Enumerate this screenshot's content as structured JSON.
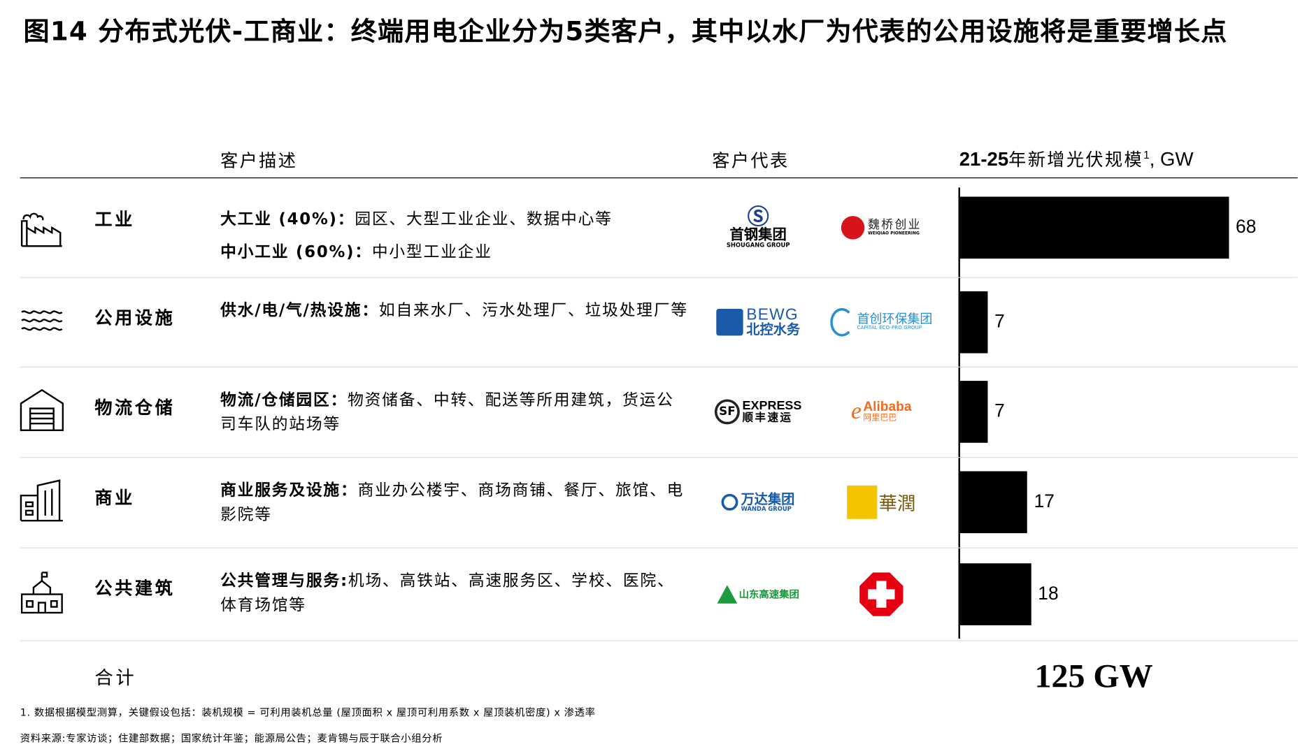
{
  "title": "图14 分布式光伏-工商业：终端用电企业分为5类客户，其中以水厂为代表的公用设施将是重要增长点",
  "headers": {
    "description": "客户描述",
    "representatives": "客户代表",
    "chart_bold": "21-25",
    "chart_rest": "年新增光伏规模",
    "chart_sup": "1",
    "chart_unit": ", GW"
  },
  "rows": [
    {
      "category": "工业",
      "icon": "factory-icon",
      "lines": [
        {
          "bold": "大工业 (40%)：",
          "text": "园区、大型工业企业、数据中心等"
        },
        {
          "bold": "中小工业 (60%)：",
          "text": "中小型工业企业"
        }
      ],
      "logos": [
        {
          "name": "首钢集团",
          "sub": "SHOUGANG GROUP"
        },
        {
          "name": "魏桥创业",
          "sub": "WEIQIAO PIONEERING"
        }
      ],
      "value": 68
    },
    {
      "category": "公用设施",
      "icon": "water-waves-icon",
      "lines": [
        {
          "bold": "供水/电/气/热设施：",
          "text": "如自来水厂、污水处理厂、垃圾处理厂等"
        }
      ],
      "logos": [
        {
          "name": "北控水务",
          "sub": "BEWG"
        },
        {
          "name": "首创环保集团",
          "sub": "CAPITAL ECO-PRO GROUP"
        }
      ],
      "value": 7
    },
    {
      "category": "物流仓储",
      "icon": "warehouse-icon",
      "lines": [
        {
          "bold": "物流/仓储园区：",
          "text": "物资储备、中转、配送等所用建筑，货运公司车队的站场等"
        }
      ],
      "logos": [
        {
          "name": "顺丰速运",
          "sub": "EXPRESS"
        },
        {
          "name": "阿里巴巴",
          "sub": "Alibaba"
        }
      ],
      "value": 7
    },
    {
      "category": "商业",
      "icon": "office-building-icon",
      "lines": [
        {
          "bold": "商业服务及设施：",
          "text": "商业办公楼宇、商场商铺、餐厅、旅馆、电影院等"
        }
      ],
      "logos": [
        {
          "name": "万达集团",
          "sub": "WANDA GROUP"
        },
        {
          "name": "華潤",
          "sub": ""
        }
      ],
      "value": 17
    },
    {
      "category": "公共建筑",
      "icon": "public-building-icon",
      "lines": [
        {
          "bold": "公共管理与服务:",
          "text": "机场、高铁站、高速服务区、学校、医院、体育场馆等"
        }
      ],
      "logos": [
        {
          "name": "山东高速集团",
          "sub": ""
        },
        {
          "name": "red-cross",
          "sub": ""
        }
      ],
      "value": 18
    }
  ],
  "total": {
    "label": "合计",
    "value": "125 GW"
  },
  "footnotes": [
    "1.   数据根据模型测算，关键假设包括：装机规模 = 可利用装机总量 (屋顶面积 x 屋顶可利用系数 x 屋顶装机密度) x 渗透率",
    "资料来源:专家访谈；住建部数据；国家统计年鉴；能源局公告；麦肯锡与辰于联合小组分析"
  ],
  "chart_data": {
    "type": "bar",
    "orientation": "horizontal",
    "categories": [
      "工业",
      "公用设施",
      "物流仓储",
      "商业",
      "公共建筑"
    ],
    "values": [
      68,
      7,
      7,
      17,
      18
    ],
    "title": "21-25年新增光伏规模, GW",
    "unit": "GW",
    "total": 125
  },
  "colors": {
    "bar": "#000000",
    "separator": "#dcdcdc",
    "bewg_blue": "#1a5aa8",
    "capital_blue": "#2a8fd0",
    "alibaba_orange": "#f26b1d",
    "cross_red": "#e60012",
    "weiqiao_red": "#d7141a",
    "huarun_yellow": "#f5c400",
    "sdhs_green": "#1d9a3b"
  }
}
